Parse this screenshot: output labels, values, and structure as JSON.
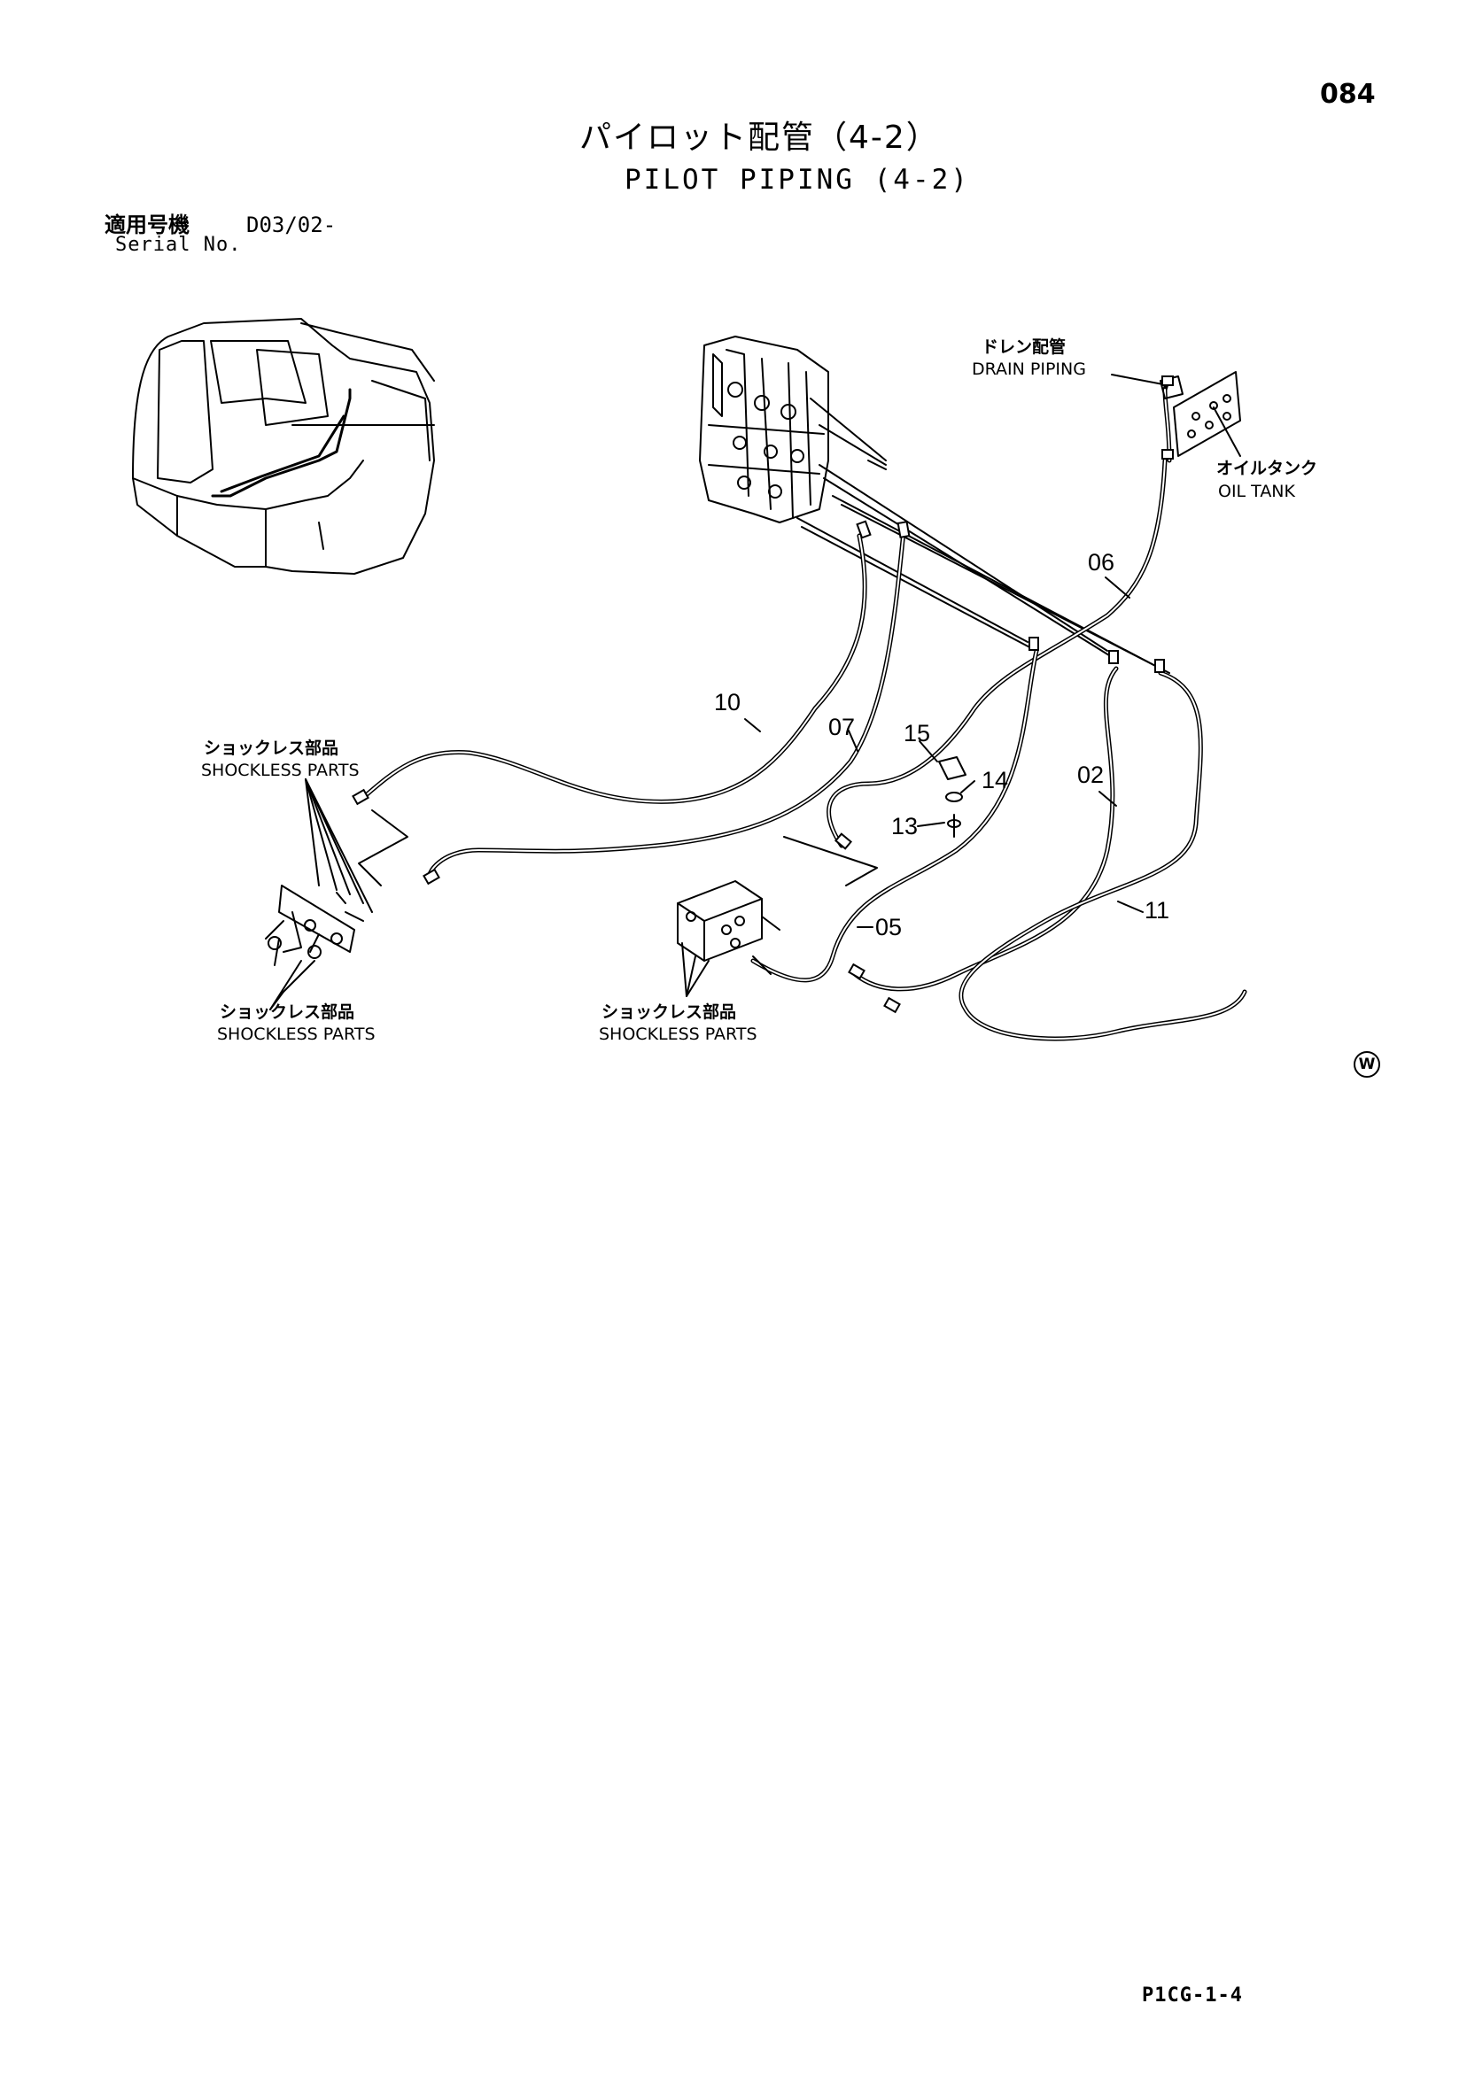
{
  "page": {
    "page_number": "084",
    "title_jp": "パイロット配管（4-2）",
    "title_en": "PILOT PIPING (4-2)",
    "serial_label_jp": "適用号機",
    "serial_value": "D03/02-",
    "serial_label_en": "Serial No.",
    "footer_code": "P1CG-1-4",
    "watermark_symbol": "W"
  },
  "labels": {
    "drain_jp": "ドレン配管",
    "drain_en": "DRAIN PIPING",
    "oil_tank_jp": "オイルタンク",
    "oil_tank_en": "OIL TANK",
    "shockless_jp": "ショックレス部品",
    "shockless_en": "SHOCKLESS PARTS"
  },
  "callouts": [
    "10",
    "07",
    "15",
    "14",
    "13",
    "06",
    "02",
    "11",
    "05"
  ]
}
